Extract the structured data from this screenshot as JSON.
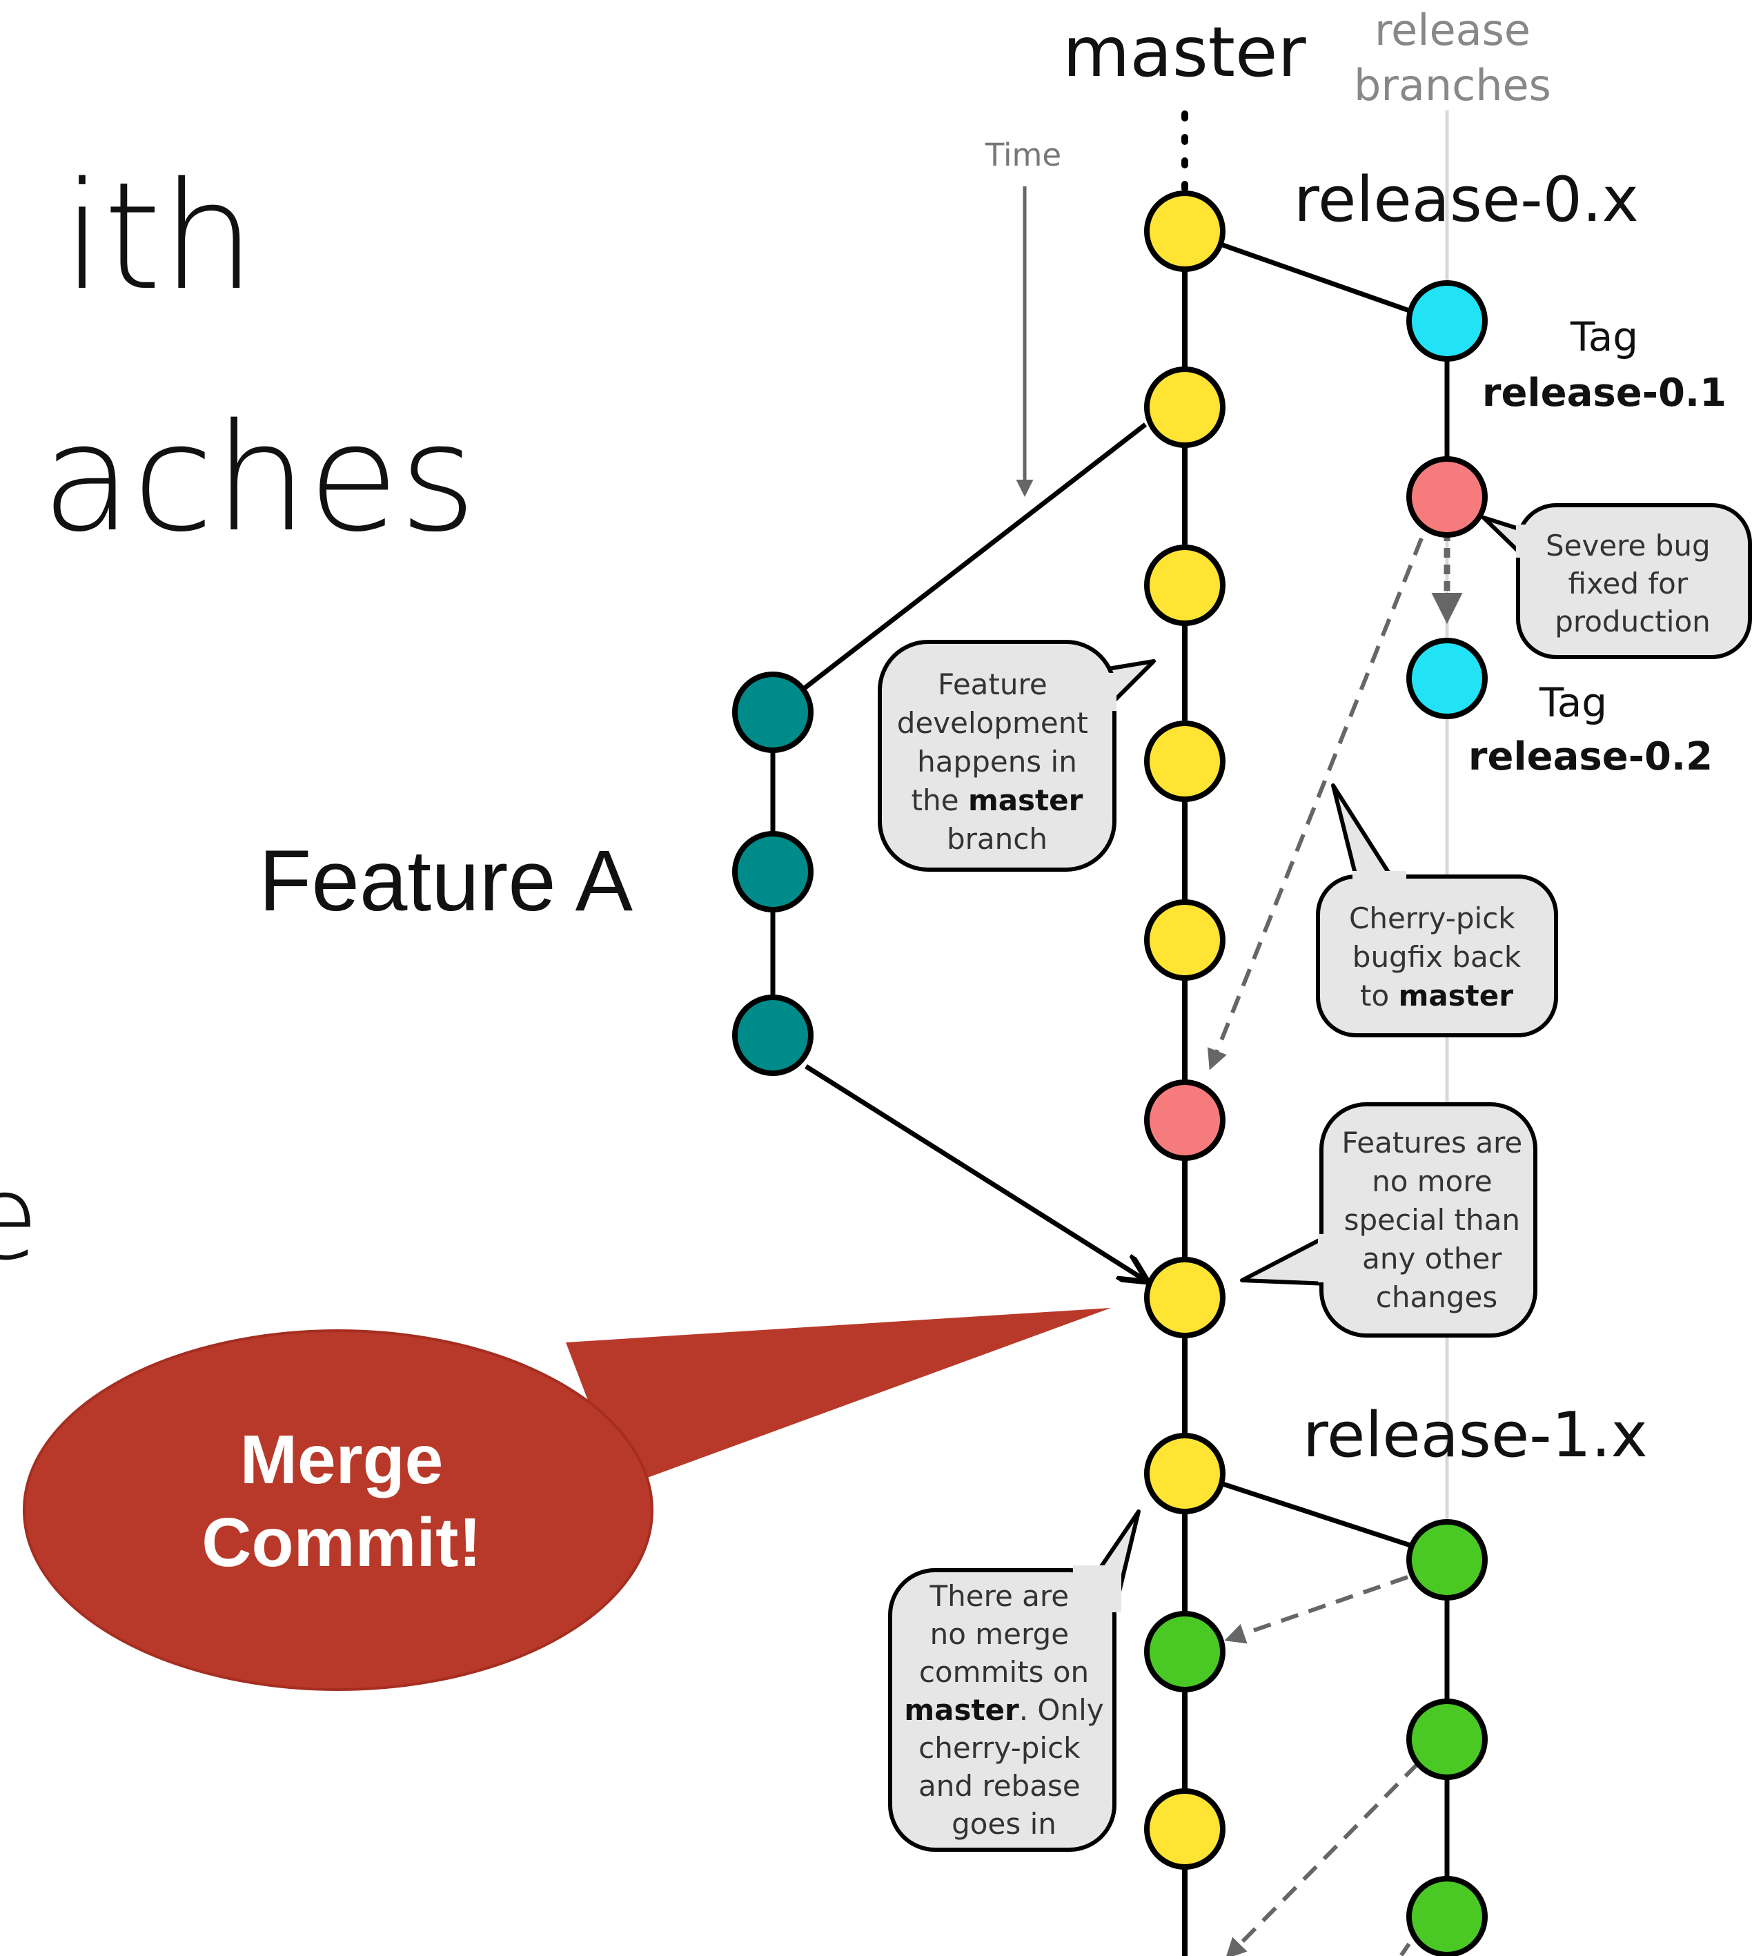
{
  "slide": {
    "title_line_1": "ith",
    "title_line_2": "aches",
    "title_line_3": "e",
    "feature_label": "Feature A",
    "callout_line_1": "Merge",
    "callout_line_2": "Commit!"
  },
  "diagram": {
    "branch_labels": {
      "master": "master",
      "release_branches_line_1": "release",
      "release_branches_line_2": "branches",
      "time": "Time",
      "release_0x": "release-0.x",
      "release_1x": "release-1.x"
    },
    "tags": {
      "tag_1_word": "Tag",
      "tag_1_name": "release-0.1",
      "tag_2_word": "Tag",
      "tag_2_name": "release-0.2"
    },
    "notes": {
      "severe_bug": [
        "Severe bug",
        "fixed for",
        "production"
      ],
      "feature_dev": {
        "lines": [
          "Feature",
          "development",
          "happens in"
        ],
        "line_4_prefix": "the ",
        "line_4_bold": "master",
        "line_5": "branch"
      },
      "cherry_pick": {
        "lines": [
          "Cherry-pick",
          "bugfix back"
        ],
        "line_3_prefix": "to ",
        "line_3_bold": "master"
      },
      "features_special": [
        "Features are",
        "no more",
        "special than",
        "any other",
        "changes"
      ],
      "no_merge": {
        "lines": [
          "There are",
          "no merge",
          "commits on"
        ],
        "line_4_bold": "master",
        "line_4_suffix": ". Only",
        "lines_after": [
          "cherry-pick",
          "and rebase",
          "goes in"
        ]
      }
    },
    "colors": {
      "master_commit": "#ffe433",
      "feature_commit": "#008b8b",
      "bugfix_commit": "#f67b7d",
      "tag_commit": "#22e3f6",
      "release_1_commit": "#4ac924",
      "callout": "#b8392a",
      "note_fill": "#e6e6e6"
    }
  }
}
